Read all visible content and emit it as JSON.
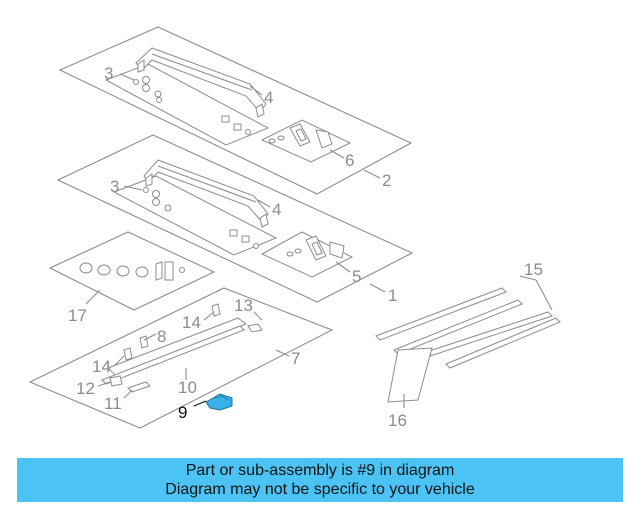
{
  "diagram": {
    "labels": {
      "l3a": "3",
      "l4a": "4",
      "l6": "6",
      "l2": "2",
      "l3b": "3",
      "l4b": "4",
      "l5": "5",
      "l1": "1",
      "l17": "17",
      "l13": "13",
      "l14a": "14",
      "l8": "8",
      "l7": "7",
      "l14b": "14",
      "l12": "12",
      "l10": "10",
      "l11": "11",
      "l9": "9",
      "l15": "15",
      "l16": "16"
    },
    "highlight_color": "#3ab0e8"
  },
  "banner": {
    "line1": "Part or sub-assembly is #9 in diagram",
    "line2": "Diagram may not be specific to your vehicle",
    "background": "#4cc3f5"
  }
}
